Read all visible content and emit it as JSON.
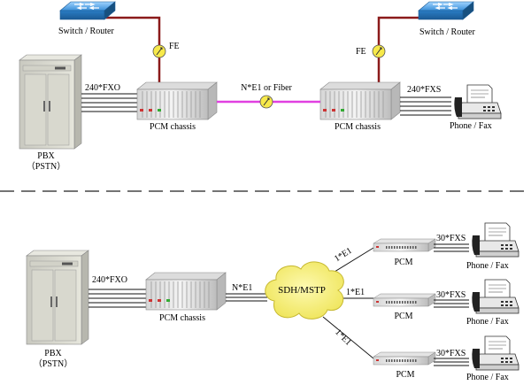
{
  "top": {
    "switch_left_label": "Switch / Router",
    "switch_right_label": "Switch / Router",
    "fe_left": "FE",
    "fe_right": "FE",
    "pbx_label": "PBX",
    "pstn_label": "（PSTN）",
    "fxo_label": "240*FXO",
    "chassis_left_label": "PCM chassis",
    "link_label": "N*E1 or Fiber",
    "chassis_right_label": "PCM chassis",
    "fxs_label": "240*FXS",
    "phone_label": "Phone / Fax"
  },
  "bottom": {
    "pbx_label": "PBX",
    "pstn_label": "（PSTN）",
    "fxo_label": "240*FXO",
    "chassis_label": "PCM chassis",
    "ne1_label": "N*E1",
    "cloud_label": "SDH/MSTP",
    "branches": [
      {
        "e1_label": "1*E1",
        "pcm_label": "PCM",
        "fxs_label": "30*FXS",
        "phone_label": "Phone / Fax"
      },
      {
        "e1_label": "1*E1",
        "pcm_label": "PCM",
        "fxs_label": "30*FXS",
        "phone_label": "Phone / Fax"
      },
      {
        "e1_label": "1*E1",
        "pcm_label": "PCM",
        "fxs_label": "30*FXS",
        "phone_label": "Phone / Fax"
      }
    ]
  },
  "colors": {
    "fe_line": "#8b1a1a",
    "fiber_line": "#e040e0",
    "cloud_fill": "#f7f07a",
    "switch_fill": "#3a9be0"
  }
}
